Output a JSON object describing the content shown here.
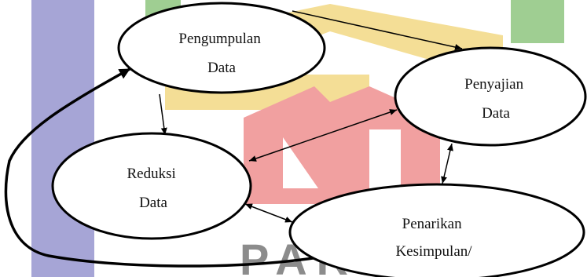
{
  "diagram": {
    "nodes": [
      {
        "id": "pengumpulan",
        "lines": [
          "Pengumpulan",
          "Data"
        ]
      },
      {
        "id": "penyajian",
        "lines": [
          "Penyajian",
          "Data"
        ]
      },
      {
        "id": "reduksi",
        "lines": [
          "Reduksi",
          "Data"
        ]
      },
      {
        "id": "penarikan",
        "lines": [
          "Penarikan",
          "Kesimpulan/"
        ]
      }
    ],
    "edges": [
      {
        "from": "pengumpulan",
        "to": "penyajian",
        "direction": "forward"
      },
      {
        "from": "pengumpulan",
        "to": "reduksi",
        "direction": "forward"
      },
      {
        "from": "penyajian",
        "to": "reduksi",
        "direction": "both"
      },
      {
        "from": "penyajian",
        "to": "penarikan",
        "direction": "both"
      },
      {
        "from": "reduksi",
        "to": "penarikan",
        "direction": "both"
      },
      {
        "from": "penarikan",
        "to": "pengumpulan",
        "direction": "forward",
        "style": "thick-loop"
      }
    ]
  },
  "watermark": {
    "text": "PARE",
    "colors": {
      "purple": "#a6a5d6",
      "yellow": "#f4de96",
      "green": "#9fce92",
      "red": "#f1a0a0",
      "gray": "#8c8c8c"
    }
  }
}
